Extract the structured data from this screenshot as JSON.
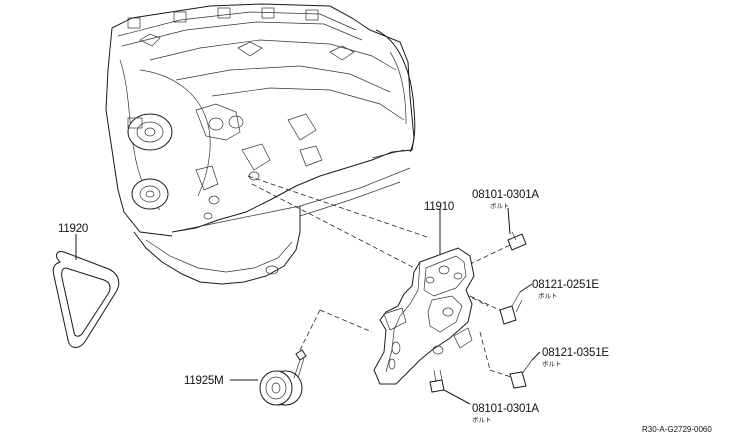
{
  "parts": {
    "belt": {
      "number": "11920"
    },
    "bracket": {
      "number": "11910"
    },
    "idler_pulley": {
      "number": "11925M"
    },
    "bolt_top": {
      "number": "08101-0301A",
      "name": "ボルト"
    },
    "bolt_mid": {
      "number": "08121-0251E",
      "name": "ボルト"
    },
    "bolt_lower": {
      "number": "08121-0351E",
      "name": "ボルト"
    },
    "bolt_bottom": {
      "number": "08101-0301A",
      "name": "ボルト"
    }
  },
  "diagram_ref": "R30-A-G2729-0060"
}
